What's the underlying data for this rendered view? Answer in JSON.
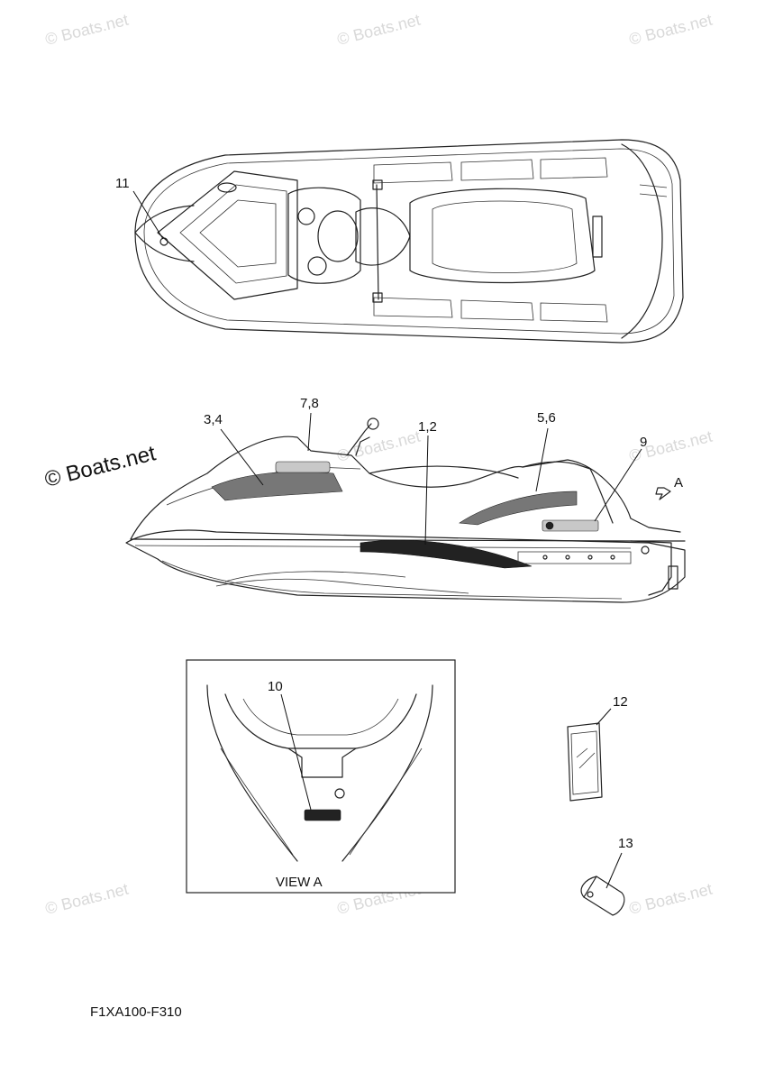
{
  "watermarks": {
    "small": "© Boats.net",
    "large": "© Boats.net"
  },
  "callouts": {
    "c11": "11",
    "c34": "3,4",
    "c78": "7,8",
    "c12a": "1,2",
    "c56": "5,6",
    "c9": "9",
    "cA": "A",
    "c10": "10",
    "c12": "12",
    "c13": "13"
  },
  "view_label": "VIEW A",
  "diagram_code": "F1XA100-F310"
}
